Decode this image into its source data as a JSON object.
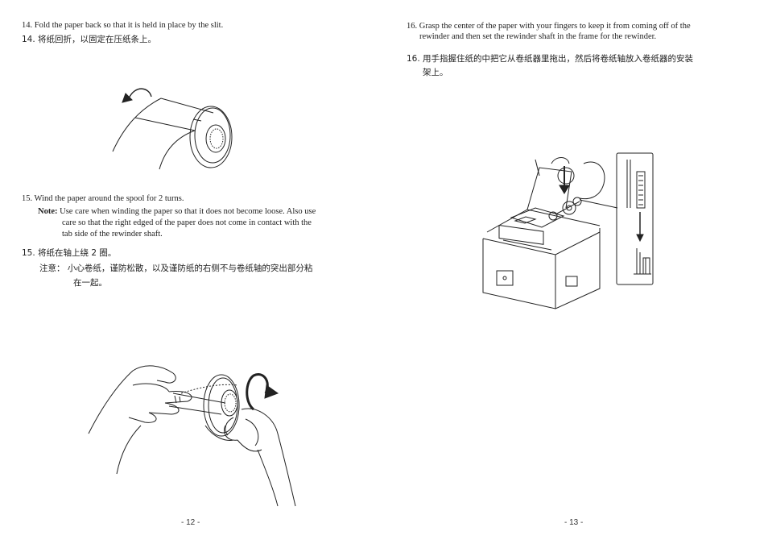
{
  "left_page": {
    "step14_en": "14. Fold the paper back so that it is held in place by the slit.",
    "step14_cn": "14.  将纸回折，以固定在压纸条上。",
    "step15_en": "15. Wind the paper around the spool for 2 turns.",
    "note_label": "Note:",
    "note_line1": "Use care when winding the paper so that it does not become loose.  Also use",
    "note_line2": "care so that the right edged of the paper does not come in contact with the",
    "note_line3": "tab side of the rewinder shaft.",
    "step15_cn": "15.  将纸在轴上绕 2 圈。",
    "note_cn_label": "注意：",
    "note_cn_line1": "小心卷纸，谨防松散，以及谨防纸的右侧不与卷纸轴的突出部分粘",
    "note_cn_line2": "在一起。",
    "page_number": "- 12 -"
  },
  "right_page": {
    "step16_en_line1": "16. Grasp the center of the paper with your fingers to keep it from coming off of the",
    "step16_en_line2": "rewinder and then set the rewinder shaft in the frame for the rewinder.",
    "step16_cn_line1": "16.  用手指握住纸的中把它从卷纸器里拖出，然后将卷纸轴放入卷纸器的安装",
    "step16_cn_line2": "架上。",
    "page_number": "- 13 -"
  }
}
